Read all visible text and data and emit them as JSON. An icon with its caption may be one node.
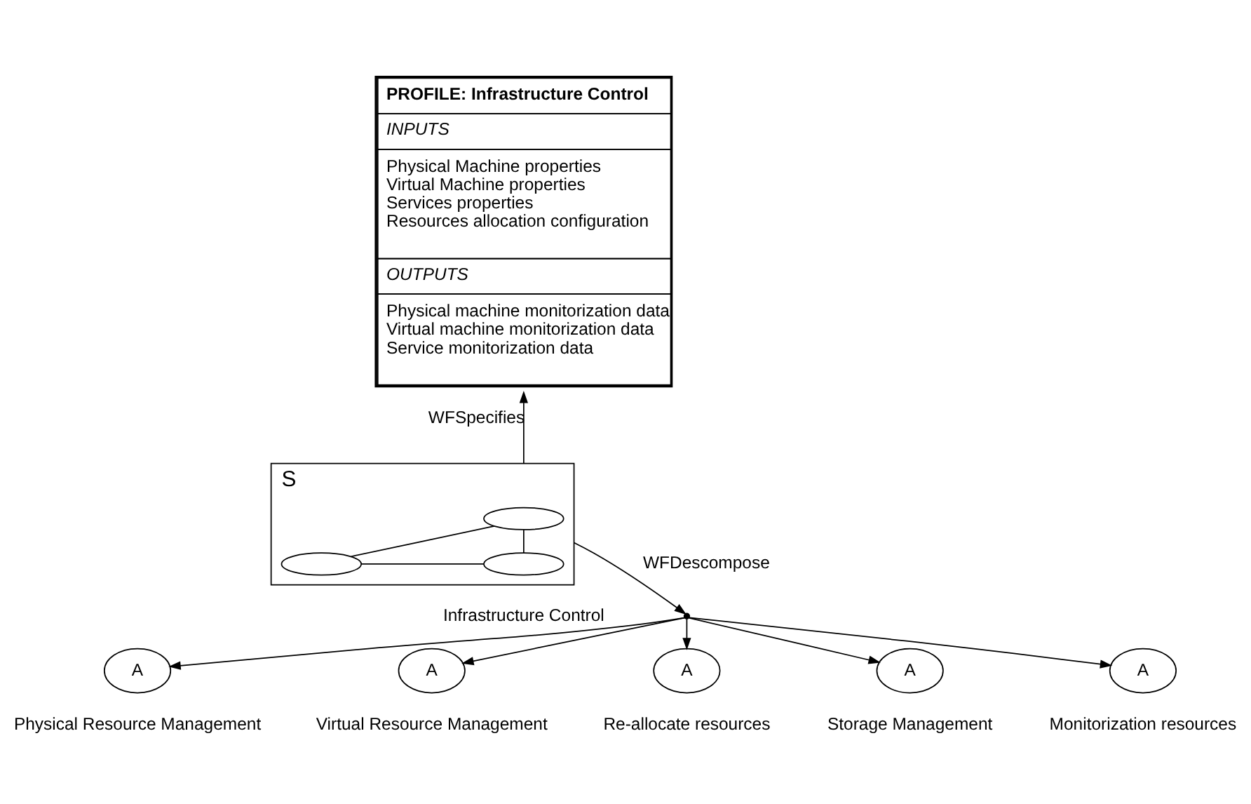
{
  "diagram": {
    "nodes": [
      {
        "text": [
          "PROFILE: Infrastructure Control",
          "INPUTS",
          "Physical Machine properties",
          "Virtual Machine properties",
          "Services properties",
          "Resources allocation configuration",
          "OUTPUTS",
          "Physical machine monitorization data",
          "Virtual machine monitorization data",
          "Service monitorization data"
        ]
      },
      {
        "text": [
          "S"
        ],
        "beside": [
          "Infrastructure Control"
        ]
      },
      {
        "text": [],
        "shape": "ellipse",
        "in": 1
      },
      {
        "text": [],
        "shape": "ellipse",
        "in": 1
      },
      {
        "text": [],
        "shape": "ellipse",
        "in": 1
      },
      {
        "text": [],
        "shape": "point"
      },
      {
        "text": [
          "A"
        ],
        "beside": [
          "Physical Resource Management"
        ]
      },
      {
        "text": [
          "A"
        ],
        "beside": [
          "Virtual Resource Management"
        ]
      },
      {
        "text": [
          "A"
        ],
        "beside": [
          "Re-allocate resources"
        ]
      },
      {
        "text": [
          "A"
        ],
        "beside": [
          "Storage Management"
        ]
      },
      {
        "text": [
          "A"
        ],
        "beside": [
          "Monitorization resources"
        ]
      }
    ],
    "edges": [
      {
        "from": 1,
        "to": 0,
        "arrow": "to",
        "label": "WFSpecifies"
      },
      {
        "from": 2,
        "to": 3,
        "arrow": "none"
      },
      {
        "from": 2,
        "to": 4,
        "arrow": "none"
      },
      {
        "from": 3,
        "to": 4,
        "arrow": "none"
      },
      {
        "from": 1,
        "to": 5,
        "arrow": "to",
        "label": "WFDescompose"
      },
      {
        "from": 5,
        "to": 6,
        "arrow": "to"
      },
      {
        "from": 5,
        "to": 7,
        "arrow": "to"
      },
      {
        "from": 5,
        "to": 8,
        "arrow": "to"
      },
      {
        "from": 5,
        "to": 9,
        "arrow": "to"
      },
      {
        "from": 5,
        "to": 10,
        "arrow": "to"
      }
    ]
  }
}
